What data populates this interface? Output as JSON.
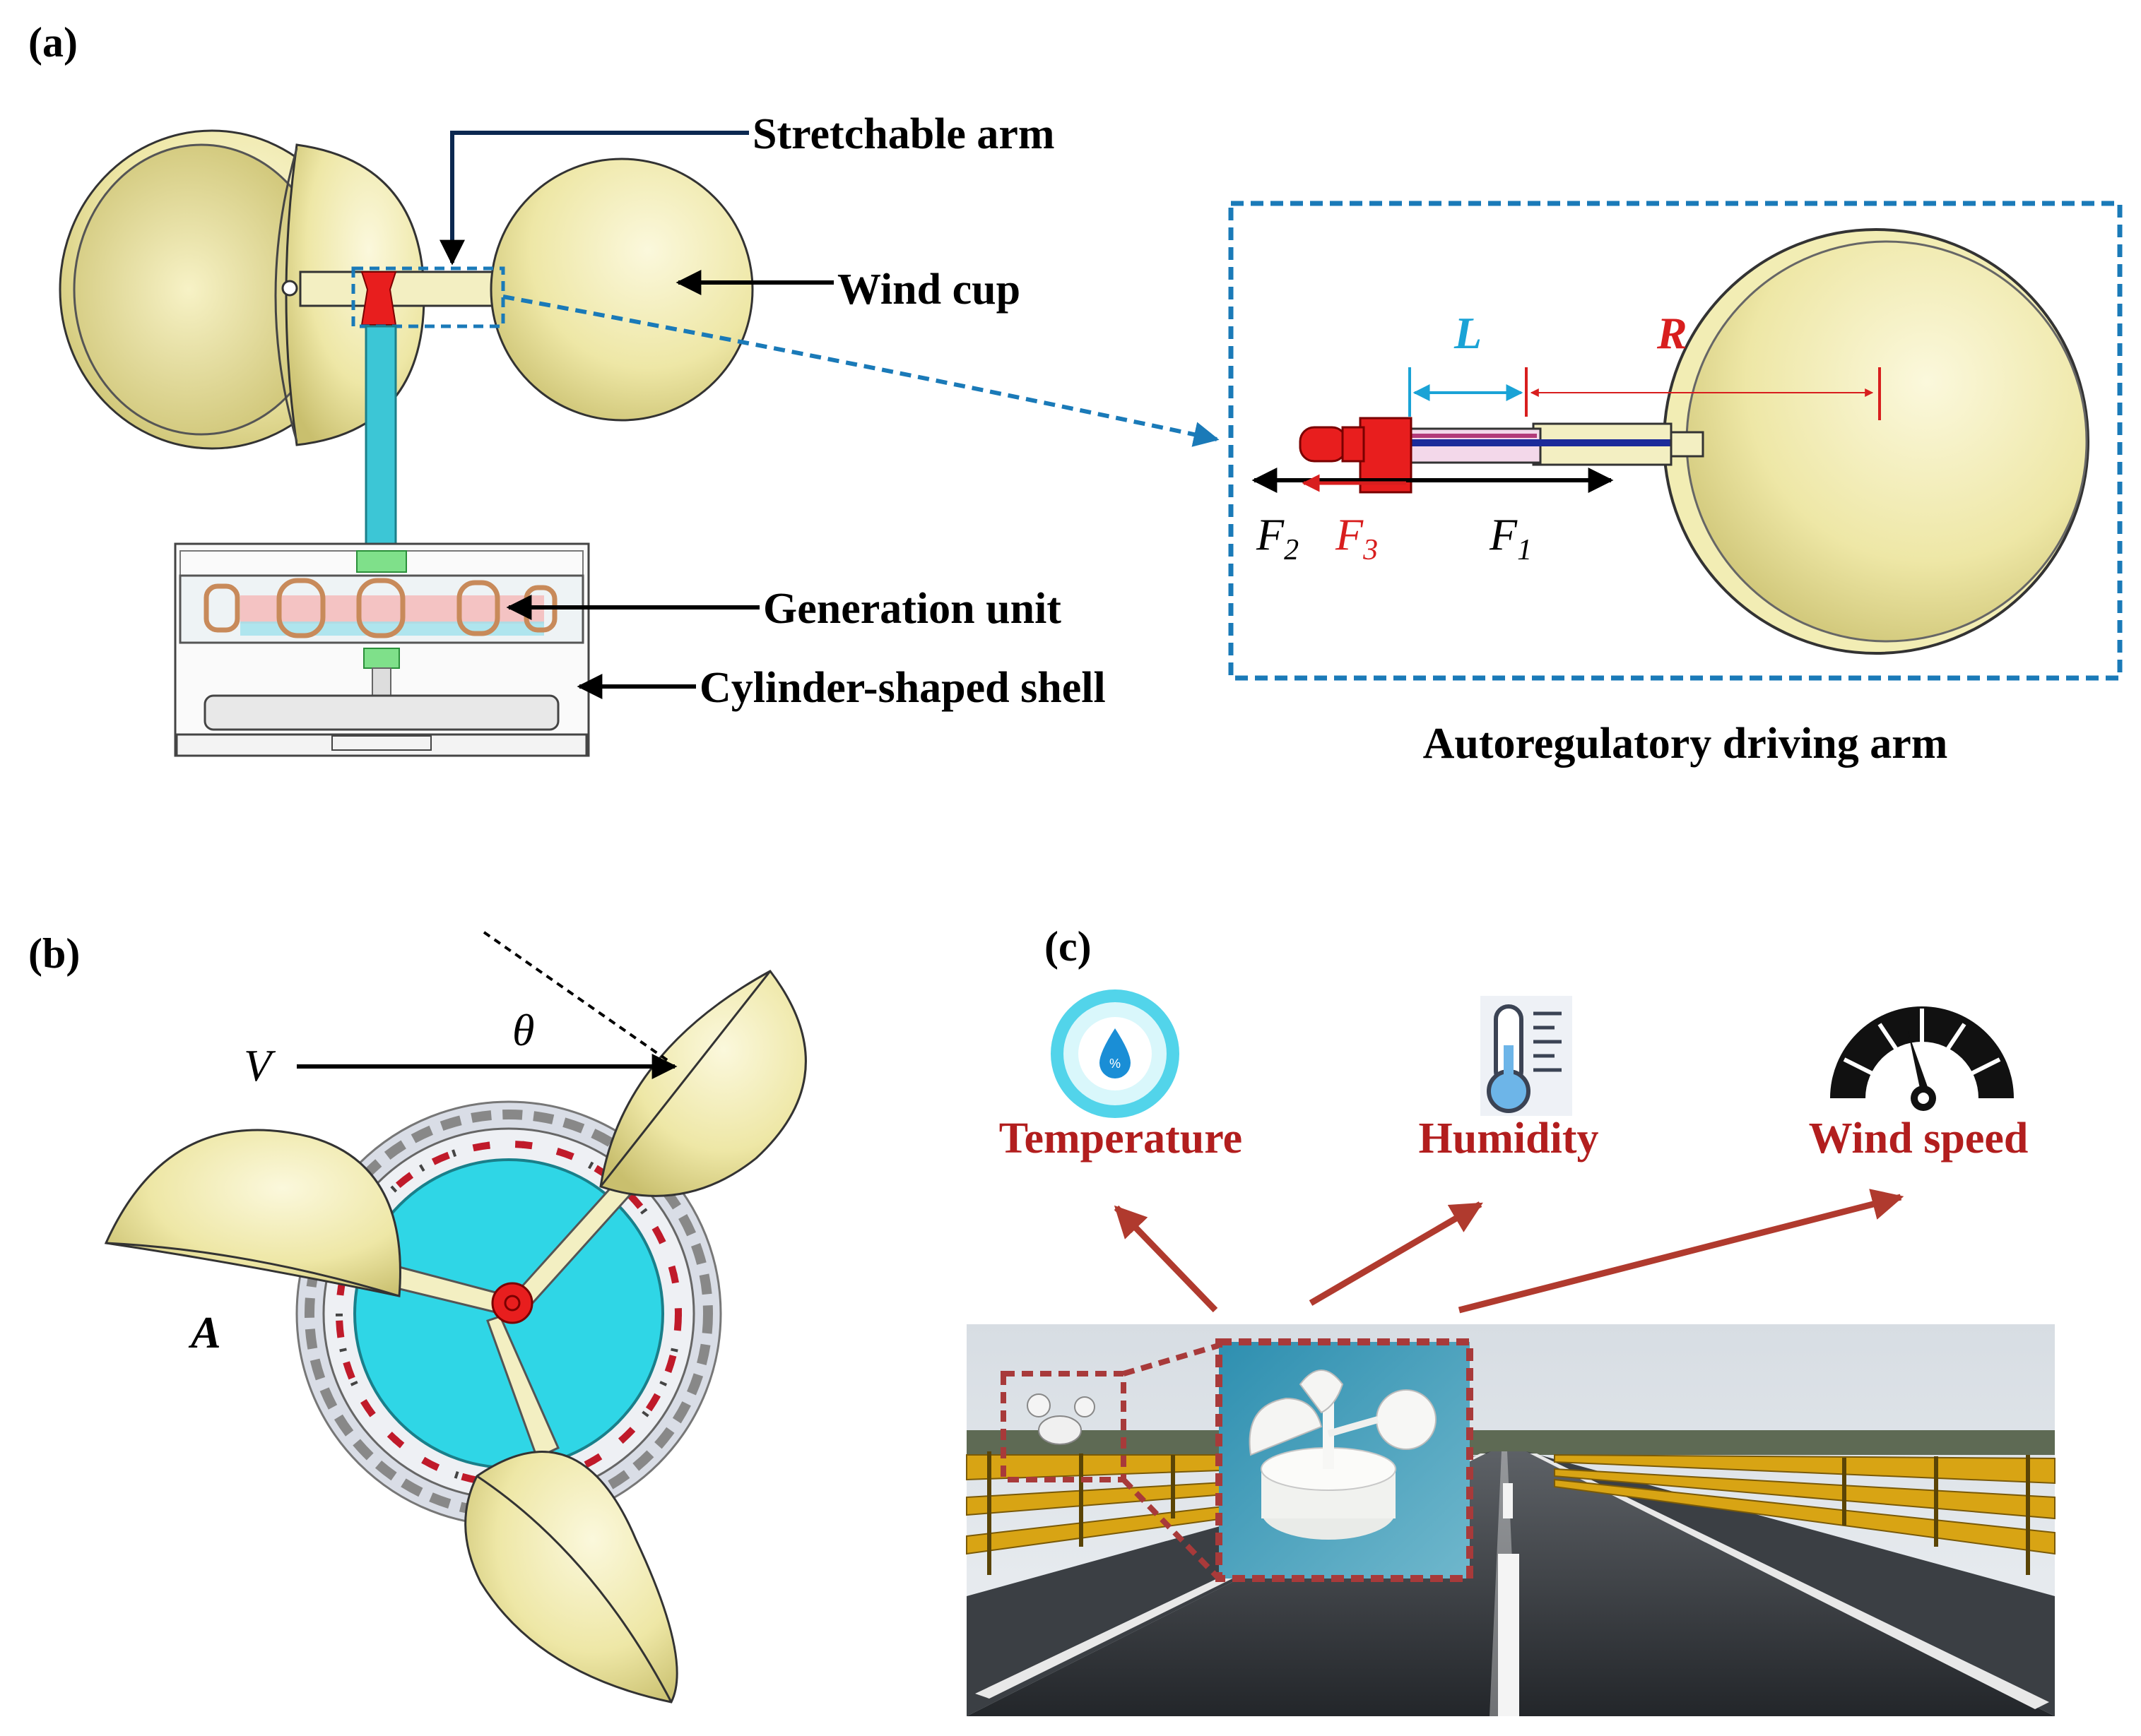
{
  "panels": {
    "a": {
      "label": "(a)",
      "callouts": {
        "stretchable_arm": "Stretchable arm",
        "wind_cup": "Wind cup",
        "generation_unit": "Generation unit",
        "cylinder_shell": "Cylinder-shaped shell"
      },
      "inset": {
        "caption": "Autoregulatory driving arm",
        "dim_L": "L",
        "dim_R": "R",
        "forces": {
          "f2": {
            "symbol": "F",
            "sub": "2"
          },
          "f3": {
            "symbol": "F",
            "sub": "3"
          },
          "f1": {
            "symbol": "F",
            "sub": "1"
          }
        }
      }
    },
    "b": {
      "label": "(b)",
      "velocity": "V",
      "angle": "θ",
      "point": "A"
    },
    "c": {
      "label": "(c)",
      "sensors": {
        "temperature": "Temperature",
        "humidity": "Humidity",
        "wind_speed": "Wind speed"
      }
    }
  },
  "colors": {
    "cup": "#f2edb4",
    "cup_inner": "#e8e09a",
    "shaft": "#3cc6d6",
    "disc": "#2fd6e6",
    "red_part": "#e81e1e",
    "inset_border": "#1a7ab8",
    "arrow_red": "#b03a2e",
    "label_red": "#b21e1e",
    "cyan_dim": "#1aa3d6"
  }
}
